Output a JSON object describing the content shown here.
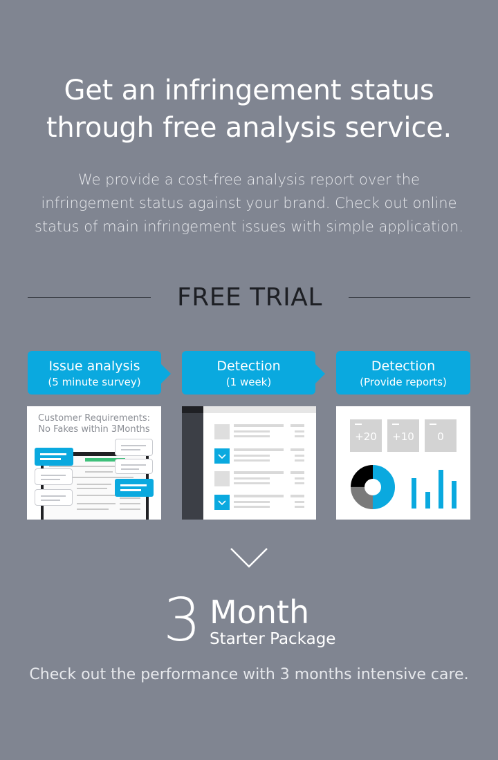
{
  "headline": {
    "line1": "Get an infringement status",
    "line2": "through free analysis service."
  },
  "intro": {
    "line1": "We provide a cost-free analysis report over the",
    "line2": "infringement status against your brand. Check out online",
    "line3": "status of main infringement issues with simple application."
  },
  "trial": {
    "title": "FREE TRIAL"
  },
  "steps": [
    {
      "title": "Issue analysis",
      "subtitle": "(5 minute survey)"
    },
    {
      "title": "Detection",
      "subtitle": "(1 week)"
    },
    {
      "title": "Detection",
      "subtitle": "(Provide reports)"
    }
  ],
  "panel_survey": {
    "title_line1": "Customer Requirements:",
    "title_line2": "No Fakes within 3Months"
  },
  "panel_report": {
    "kpis": [
      "+20",
      "+10",
      "0"
    ]
  },
  "package": {
    "number": "3",
    "title": "Month",
    "subtitle": "Starter Package",
    "description": "Check out the performance with 3 months intensive care."
  },
  "colors": {
    "background": "#808591",
    "accent": "#0aa9df",
    "dark": "#1d1f24"
  },
  "icons": [
    "chevron-down-icon",
    "checkmark-icon",
    "arrow-right-icon"
  ]
}
